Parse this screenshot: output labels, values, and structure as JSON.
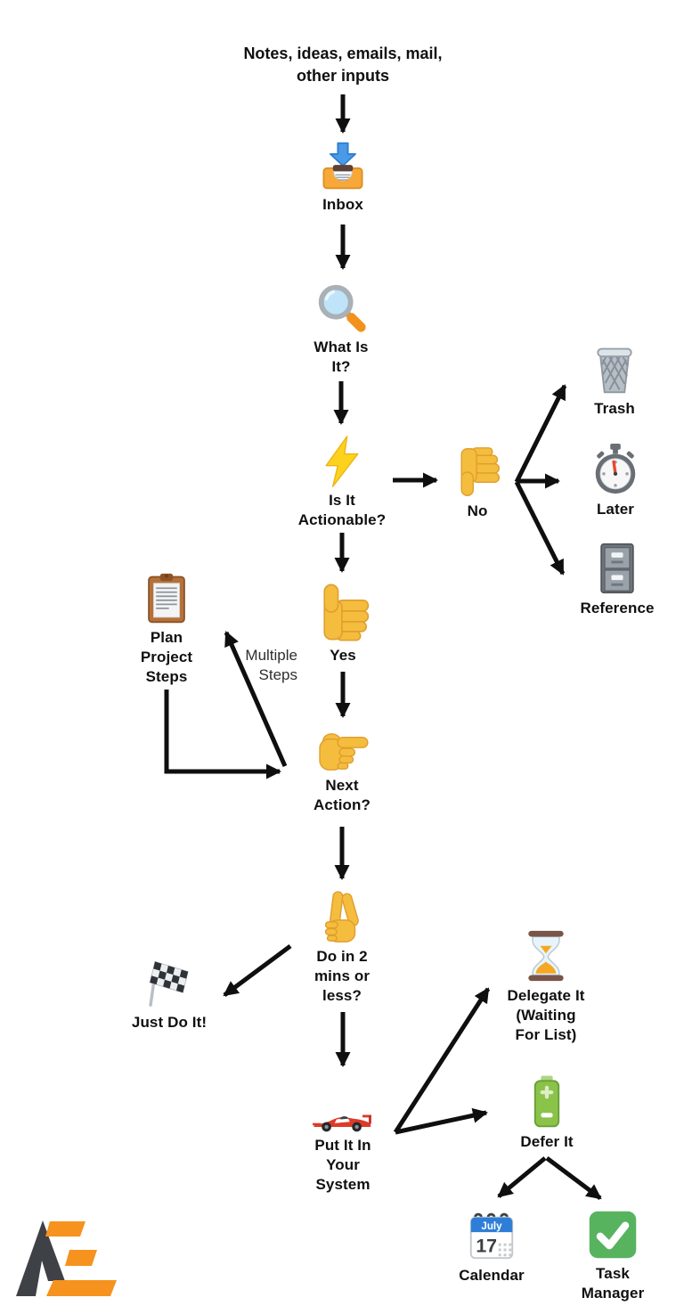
{
  "colors": {
    "background": "#ffffff",
    "arrow": "#0f0f0f",
    "hand_yellow": "#f5bd3e",
    "logo_orange": "#f6921e",
    "logo_dark": "#3e4146"
  },
  "title": "Notes, ideas, emails, mail,\nother inputs",
  "edge_labels": {
    "multiple_steps": "Multiple\nSteps"
  },
  "nodes": {
    "inbox": {
      "label": "Inbox",
      "icon": "inbox-tray-icon"
    },
    "what_is_it": {
      "label": "What Is\nIt?",
      "icon": "magnifying-glass-icon"
    },
    "is_it_actionable": {
      "label": "Is It\nActionable?",
      "icon": "lightning-icon"
    },
    "no": {
      "label": "No",
      "icon": "thumbs-down-icon"
    },
    "trash": {
      "label": "Trash",
      "icon": "wastebasket-icon"
    },
    "later": {
      "label": "Later",
      "icon": "stopwatch-icon"
    },
    "reference": {
      "label": "Reference",
      "icon": "file-cabinet-icon"
    },
    "yes": {
      "label": "Yes",
      "icon": "thumbs-up-icon"
    },
    "plan_project_steps": {
      "label": "Plan\nProject\nSteps",
      "icon": "clipboard-icon"
    },
    "next_action": {
      "label": "Next\nAction?",
      "icon": "pointing-right-icon"
    },
    "two_minutes": {
      "label": "Do in 2\nmins or\nless?",
      "icon": "victory-hand-icon"
    },
    "just_do_it": {
      "label": "Just Do It!",
      "icon": "checkered-flag-icon"
    },
    "put_it_in_system": {
      "label": "Put It In\nYour\nSystem",
      "icon": "racing-car-icon"
    },
    "delegate_it": {
      "label": "Delegate It\n(Waiting\nFor List)",
      "icon": "hourglass-icon"
    },
    "defer_it": {
      "label": "Defer It",
      "icon": "battery-icon"
    },
    "calendar": {
      "label": "Calendar",
      "month": "July",
      "day": "17",
      "icon": "calendar-icon"
    },
    "task_manager": {
      "label": "Task\nManager",
      "icon": "check-mark-icon"
    }
  }
}
